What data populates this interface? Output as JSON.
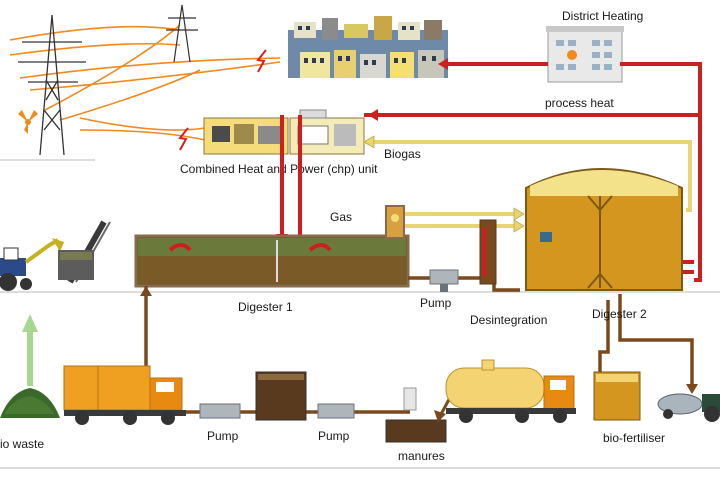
{
  "labels": {
    "district_heating": "District Heating",
    "process_heat": "process heat",
    "biogas": "Biogas",
    "chp_unit": "Combined Heat and Power (chp) unit",
    "gas": "Gas",
    "digester1": "Digester 1",
    "pump_top": "Pump",
    "desintegration": "Desintegration",
    "digester2": "Digester 2",
    "bio_waste": "io waste",
    "pump_left": "Pump",
    "pump_mid": "Pump",
    "manures": "manures",
    "bio_fertiliser": "bio-fertiliser"
  },
  "colors": {
    "heat_pipe": "#cc1f1f",
    "gas_pipe": "#e8d470",
    "substrate_pipe": "#7a4a1e",
    "power_lines": "#f08a1c",
    "tank_fill": "#d4961e",
    "truck_orange": "#f0a020"
  },
  "icons": [
    "electricity-pylon-icon",
    "lightning-icon",
    "town-icon",
    "factory-icon",
    "chp-unit-icon",
    "digester-tank-icon",
    "tractor-icon",
    "truck-icon",
    "tanker-truck-icon",
    "conveyor-icon",
    "pump-icon",
    "arrow-up-icon"
  ]
}
